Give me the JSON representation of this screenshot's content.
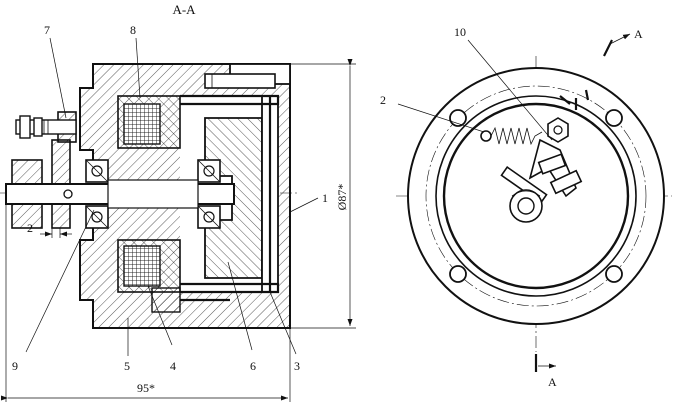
{
  "section_title": "A-A",
  "section_marks": {
    "top": "A",
    "bottom": "A"
  },
  "callouts": {
    "c1": "1",
    "c2": "2",
    "c3": "3",
    "c4": "4",
    "c5": "5",
    "c6": "6",
    "c7": "7",
    "c8": "8",
    "c9": "9",
    "c10": "10"
  },
  "dimensions": {
    "diameter": "Ø87*",
    "length": "95*",
    "offset": "2"
  }
}
